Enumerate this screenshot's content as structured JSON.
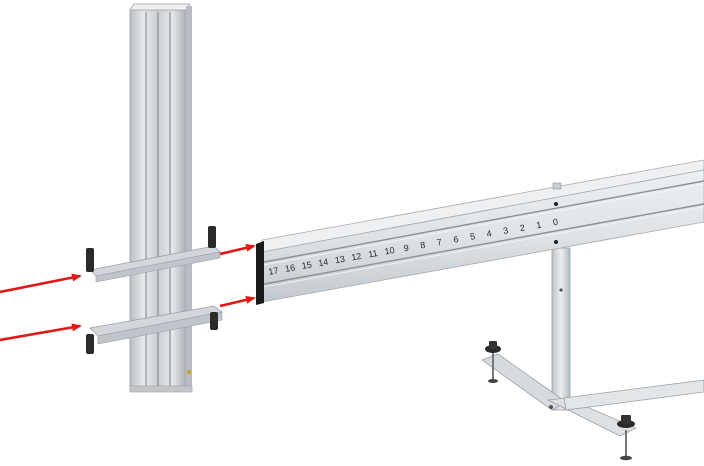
{
  "scene": {
    "kind": "technical-illustration",
    "colors": {
      "aluminium_light": "#e4e7ea",
      "aluminium_mid": "#c5cacf",
      "aluminium_dark": "#9aa1a8",
      "groove": "#7d848b",
      "arrow": "#e01818",
      "knob": "#2a2a2a",
      "end_cap": "#1a1a1a"
    }
  },
  "scale": {
    "labels": [
      "17",
      "16",
      "15",
      "14",
      "13",
      "12",
      "11",
      "10",
      "9",
      "8",
      "7",
      "6",
      "5",
      "4",
      "3",
      "2",
      "1",
      "0"
    ]
  },
  "arrows": [
    {
      "name": "arrow-left-upper"
    },
    {
      "name": "arrow-left-lower"
    },
    {
      "name": "arrow-right-upper"
    },
    {
      "name": "arrow-right-lower"
    }
  ]
}
